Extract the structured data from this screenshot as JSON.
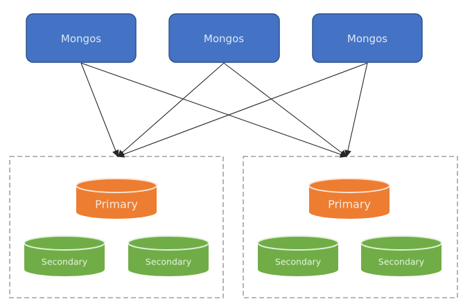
{
  "diagram": {
    "routers": [
      {
        "id": "mongos-1",
        "label": "Mongos"
      },
      {
        "id": "mongos-2",
        "label": "Mongos"
      },
      {
        "id": "mongos-3",
        "label": "Mongos"
      }
    ],
    "shards": [
      {
        "id": "shard-1",
        "primary": {
          "label": "Primary"
        },
        "secondaries": [
          {
            "label": "Secondary"
          },
          {
            "label": "Secondary"
          }
        ]
      },
      {
        "id": "shard-2",
        "primary": {
          "label": "Primary"
        },
        "secondaries": [
          {
            "label": "Secondary"
          },
          {
            "label": "Secondary"
          }
        ]
      }
    ],
    "edges": [
      {
        "from": "mongos-1",
        "to": "shard-1"
      },
      {
        "from": "mongos-1",
        "to": "shard-2"
      },
      {
        "from": "mongos-2",
        "to": "shard-1"
      },
      {
        "from": "mongos-2",
        "to": "shard-2"
      },
      {
        "from": "mongos-3",
        "to": "shard-1"
      },
      {
        "from": "mongos-3",
        "to": "shard-2"
      }
    ],
    "colors": {
      "router": "#4472C4",
      "primary": "#ED7D31",
      "secondary": "#70AD47",
      "frame": "#8C8C8C",
      "edge": "#262626"
    }
  }
}
